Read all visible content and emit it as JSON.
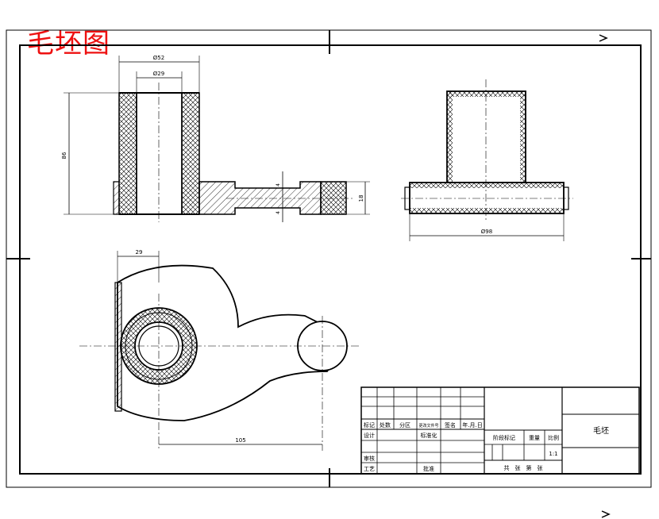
{
  "stamp": {
    "text": "毛坯图",
    "color": "#e11e1e"
  },
  "dimensions": {
    "outer_diameter": "Ø52",
    "inner_diameter": "Ø29",
    "height": "86",
    "arm_height": "18",
    "hole_top": "4",
    "hole_bottom": "4",
    "width_side": "Ø98",
    "offset": "29",
    "center_distance": "105"
  },
  "title_block": {
    "part_name": "毛坯",
    "scale": "1:1",
    "row_labels": [
      "标记",
      "处数",
      "分区",
      "更改文件号",
      "签名",
      "年.月.日"
    ],
    "design": "设计",
    "standardization": "标准化",
    "stage_mark": "阶段标记",
    "weight": "重量",
    "ratio": "比例",
    "review": "审核",
    "process": "工艺",
    "approve": "批准",
    "sheets": "共　张　第　张"
  },
  "colors": {
    "line": "#000000",
    "center_line": "#000000"
  }
}
